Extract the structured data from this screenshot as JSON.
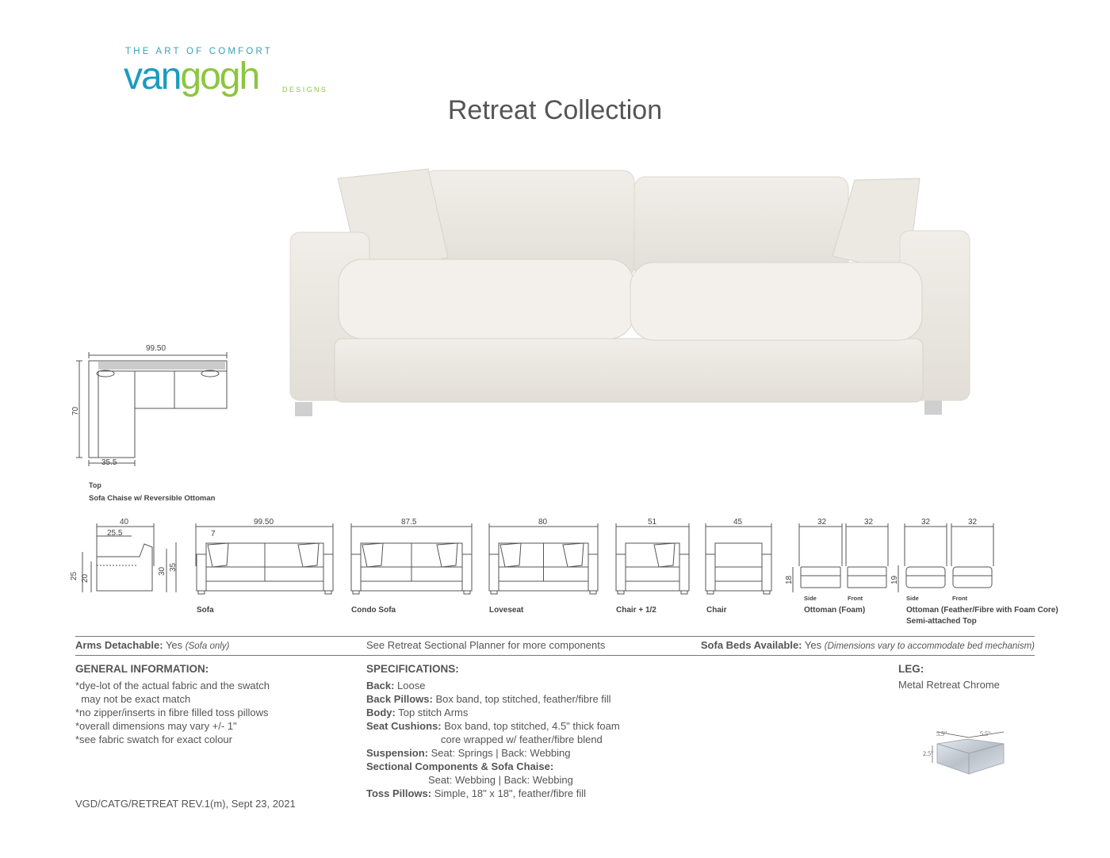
{
  "logo": {
    "tagline": "THE ART OF COMFORT",
    "word_a": "van",
    "word_b": "gogh",
    "sub": "DESIGNS",
    "colors": {
      "blue": "#1a9cc0",
      "green": "#8cc63f"
    }
  },
  "title": "Retreat Collection",
  "chaise": {
    "width": "99.50",
    "depth": "70",
    "chaise_width": "35.5",
    "view": "Top",
    "caption": "Sofa Chaise w/ Reversible Ottoman"
  },
  "side_view": {
    "depth": "40",
    "seat_depth": "25.5",
    "arm_height": "25",
    "seat_height": "20",
    "back_height": "30",
    "total_height": "35"
  },
  "items": [
    {
      "name": "Sofa",
      "width": "99.50",
      "note": "7"
    },
    {
      "name": "Condo Sofa",
      "width": "87.5"
    },
    {
      "name": "Loveseat",
      "width": "80"
    },
    {
      "name": "Chair + 1/2",
      "width": "51"
    },
    {
      "name": "Chair",
      "width": "45"
    },
    {
      "name": "Ottoman (Foam)",
      "side_width": "32",
      "front_width": "32",
      "height": "18",
      "side_label": "Side",
      "front_label": "Front"
    },
    {
      "name": "Ottoman (Feather/Fibre with Foam Core)",
      "name2": "Semi-attached Top",
      "side_width": "32",
      "front_width": "32",
      "height": "19",
      "side_label": "Side",
      "front_label": "Front"
    }
  ],
  "features": {
    "arms_label": "Arms Detachable:",
    "arms_value": "Yes",
    "arms_note": "(Sofa only)",
    "planner": "See Retreat  Sectional Planner for more components",
    "beds_label": "Sofa Beds Available:",
    "beds_value": "Yes",
    "beds_note": "(Dimensions vary to accommodate bed mechanism)"
  },
  "general": {
    "heading": "GENERAL INFORMATION:",
    "lines": [
      "*dye-lot of the actual fabric and the swatch",
      "  may not be exact match",
      "*no zipper/inserts in fibre filled toss pillows",
      "*overall dimensions may vary +/- 1\"",
      "*see fabric swatch for exact colour"
    ]
  },
  "specs": {
    "heading": "SPECIFICATIONS:",
    "rows": [
      {
        "label": "Back:",
        "value": "Loose"
      },
      {
        "label": "Back Pillows:",
        "value": "Box band, top stitched, feather/fibre fill"
      },
      {
        "label": "Body:",
        "value": "Top stitch Arms"
      },
      {
        "label": "Seat Cushions:",
        "value": "Box band, top stitched,  4.5\" thick foam"
      },
      {
        "label": "",
        "value": "core wrapped w/ feather/fibre blend"
      },
      {
        "label": "Suspension:",
        "value": "Seat: Springs  |  Back: Webbing"
      },
      {
        "label": "Sectional Components & Sofa Chaise:",
        "value": ""
      },
      {
        "label": "",
        "value": "Seat: Webbing  |  Back: Webbing"
      },
      {
        "label": "Toss Pillows:",
        "value": "Simple, 18\" x 18\", feather/fibre fill"
      }
    ]
  },
  "leg": {
    "heading": "LEG:",
    "value": "Metal Retreat Chrome",
    "dim_a": "5.5\"",
    "dim_b": "5.5\"",
    "dim_h": "2.5\""
  },
  "footer": "VGD/CATG/RETREAT REV.1(m), Sept 23, 2021"
}
